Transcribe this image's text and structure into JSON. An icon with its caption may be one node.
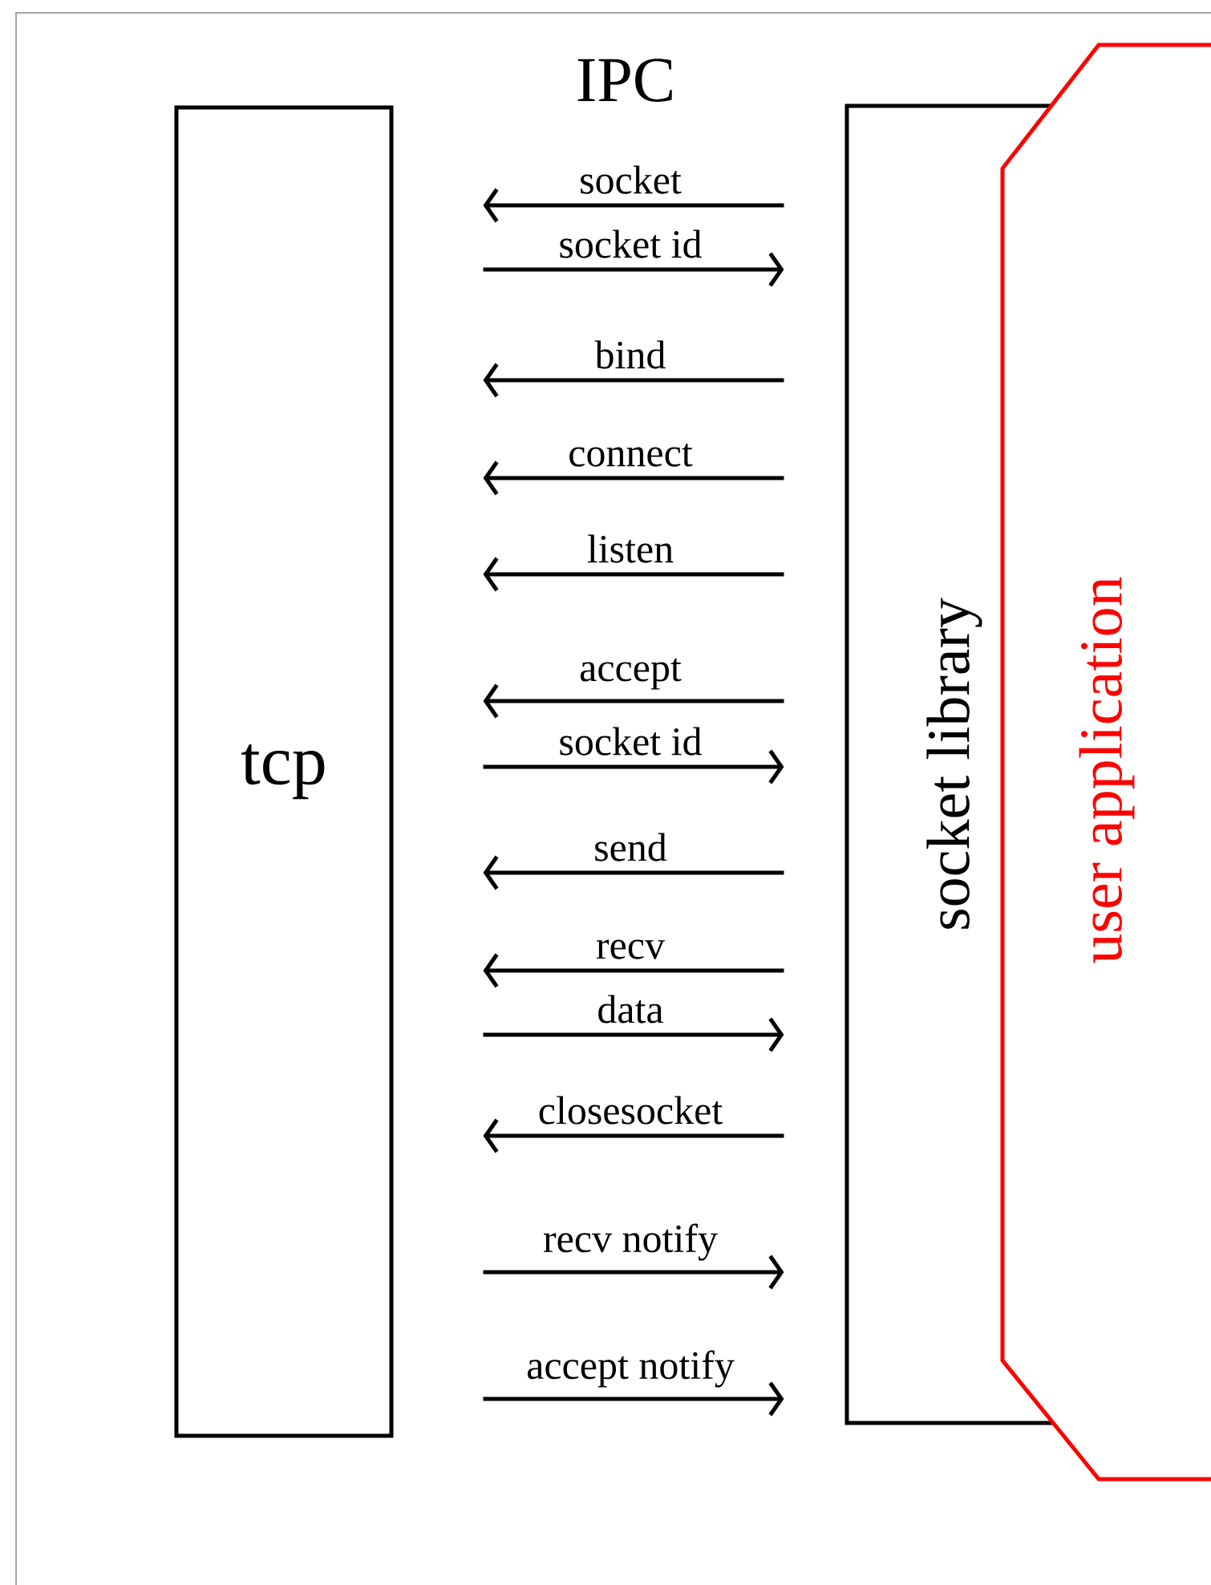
{
  "diagram": {
    "nodes": [
      {
        "text": [
          "tcp"
        ]
      },
      {
        "text": [
          "socket library"
        ]
      },
      {
        "text": [
          "user application"
        ]
      }
    ],
    "edges": [
      {
        "from": 1,
        "to": 0,
        "arrow": "to",
        "label": "socket"
      },
      {
        "from": 0,
        "to": 1,
        "arrow": "to",
        "label": "socket id"
      },
      {
        "from": 1,
        "to": 0,
        "arrow": "to",
        "label": "bind"
      },
      {
        "from": 1,
        "to": 0,
        "arrow": "to",
        "label": "connect"
      },
      {
        "from": 1,
        "to": 0,
        "arrow": "to",
        "label": "listen"
      },
      {
        "from": 1,
        "to": 0,
        "arrow": "to",
        "label": "accept"
      },
      {
        "from": 0,
        "to": 1,
        "arrow": "to",
        "label": "socket id"
      },
      {
        "from": 1,
        "to": 0,
        "arrow": "to",
        "label": "send"
      },
      {
        "from": 1,
        "to": 0,
        "arrow": "to",
        "label": "recv"
      },
      {
        "from": 0,
        "to": 1,
        "arrow": "to",
        "label": "data"
      },
      {
        "from": 1,
        "to": 0,
        "arrow": "to",
        "label": "closesocket"
      },
      {
        "from": 0,
        "to": 1,
        "arrow": "to",
        "label": "recv notify"
      },
      {
        "from": 0,
        "to": 1,
        "arrow": "to",
        "label": "accept notify"
      }
    ],
    "labels": [
      "IPC"
    ]
  }
}
